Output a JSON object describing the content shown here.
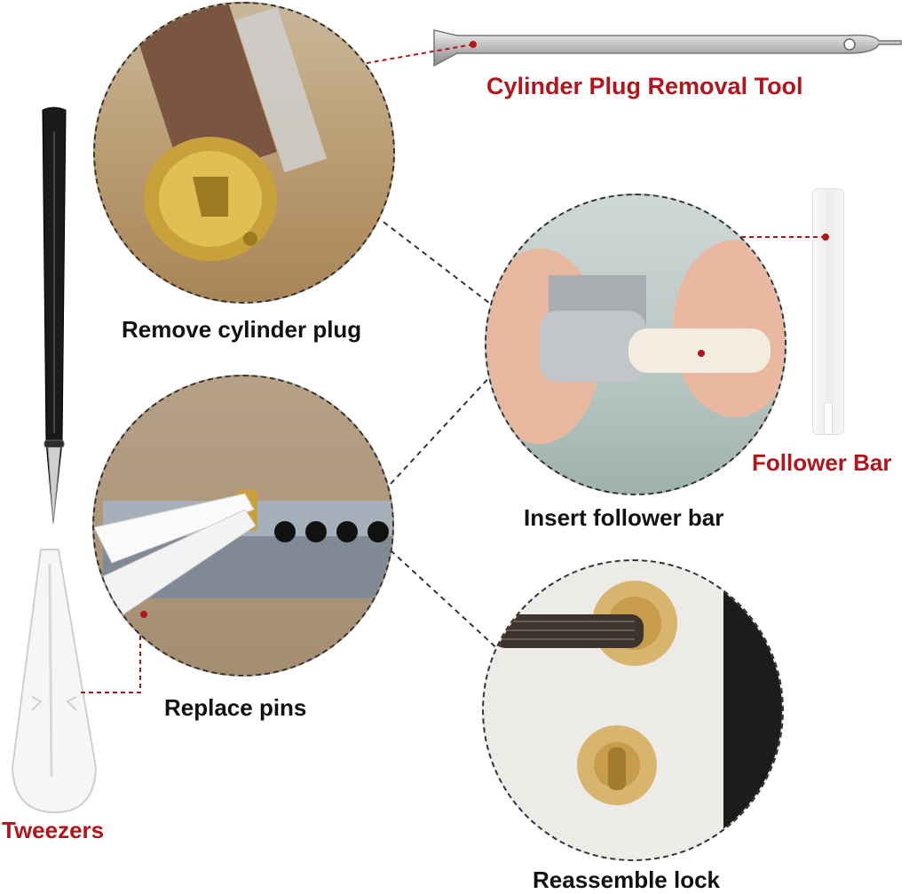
{
  "labels": {
    "removal_tool": "Cylinder Plug Removal Tool",
    "follower_bar": "Follower Bar",
    "tweezers": "Tweezers"
  },
  "steps": [
    {
      "caption": "Remove cylinder plug"
    },
    {
      "caption": "Insert follower bar"
    },
    {
      "caption": "Replace pins"
    },
    {
      "caption": "Reassemble lock"
    }
  ],
  "colors": {
    "accent": "#b0161c",
    "caption": "#111111",
    "dashed_line": "#333333"
  }
}
